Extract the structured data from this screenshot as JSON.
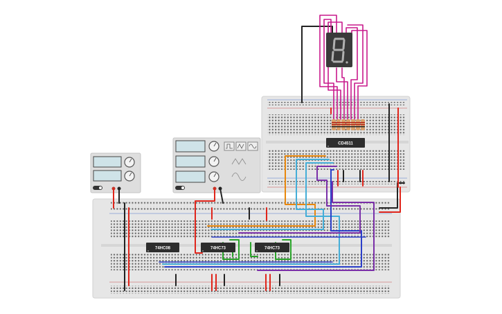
{
  "scene": "circuit-simulator-canvas",
  "breadboards": [
    {
      "id": "main",
      "kind": "full"
    },
    {
      "id": "top-right",
      "kind": "half"
    }
  ],
  "chips": [
    {
      "id": "u1",
      "label": "74HC08"
    },
    {
      "id": "u2",
      "label": "74HC73"
    },
    {
      "id": "u3",
      "label": "74HC73"
    },
    {
      "id": "u4",
      "label": "CD4511"
    }
  ],
  "display": {
    "type": "7-segment",
    "digit": "8",
    "segment_color": "#b0b0b0",
    "body_color": "#3a3a3a"
  },
  "instruments": [
    {
      "id": "power-supply",
      "channels": 2
    },
    {
      "id": "function-generator",
      "waveforms": [
        "square",
        "triangle",
        "sine"
      ]
    }
  ],
  "colors": {
    "red": "#e0251b",
    "black": "#222222",
    "pink": "#c8198c",
    "orange": "#e8870c",
    "lightblue": "#44aed8",
    "purple": "#7a2fa8",
    "green": "#2aa32a",
    "blue": "#2b3fc9",
    "board": "#e7e7e7",
    "chip": "#2d2d2d"
  }
}
